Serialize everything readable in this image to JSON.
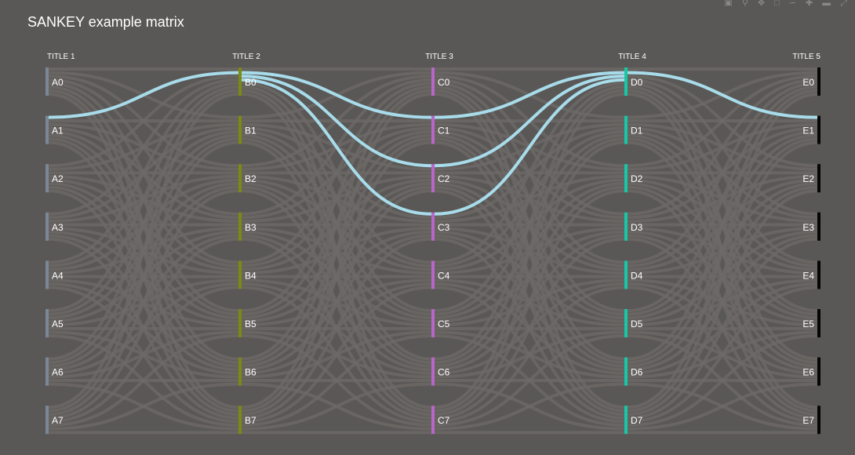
{
  "chart_data": {
    "type": "sankey",
    "title": "SANKEY example matrix",
    "columns": [
      {
        "title": "TITLE 1",
        "color": "#7b8796",
        "nodes": [
          "A0",
          "A1",
          "A2",
          "A3",
          "A4",
          "A5",
          "A6",
          "A7"
        ]
      },
      {
        "title": "TITLE 2",
        "color": "#7a8a12",
        "nodes": [
          "B0",
          "B1",
          "B2",
          "B3",
          "B4",
          "B5",
          "B6",
          "B7"
        ]
      },
      {
        "title": "TITLE 3",
        "color": "#b866c8",
        "nodes": [
          "C0",
          "C1",
          "C2",
          "C3",
          "C4",
          "C5",
          "C6",
          "C7"
        ]
      },
      {
        "title": "TITLE 4",
        "color": "#15c9a6",
        "nodes": [
          "D0",
          "D1",
          "D2",
          "D3",
          "D4",
          "D5",
          "D6",
          "D7"
        ]
      },
      {
        "title": "TITLE 5",
        "color": "#050505",
        "nodes": [
          "E0",
          "E1",
          "E2",
          "E3",
          "E4",
          "E5",
          "E6",
          "E7"
        ]
      }
    ],
    "links": "all-to-all between adjacent columns",
    "highlighted_links": [
      [
        "A1",
        "B0"
      ],
      [
        "B0",
        "C1"
      ],
      [
        "B0",
        "C2"
      ],
      [
        "B0",
        "C3"
      ],
      [
        "C1",
        "D0"
      ],
      [
        "C2",
        "D0"
      ],
      [
        "C3",
        "D0"
      ],
      [
        "D0",
        "E1"
      ]
    ],
    "highlight_color": "#a8dcea",
    "link_color": "#6e6a68"
  },
  "toolbar": {
    "icons": [
      "camera-icon",
      "zoom-icon",
      "pan-icon",
      "select-icon",
      "lasso-icon",
      "zoom-in-icon",
      "zoom-out-icon",
      "autoscale-icon"
    ]
  }
}
